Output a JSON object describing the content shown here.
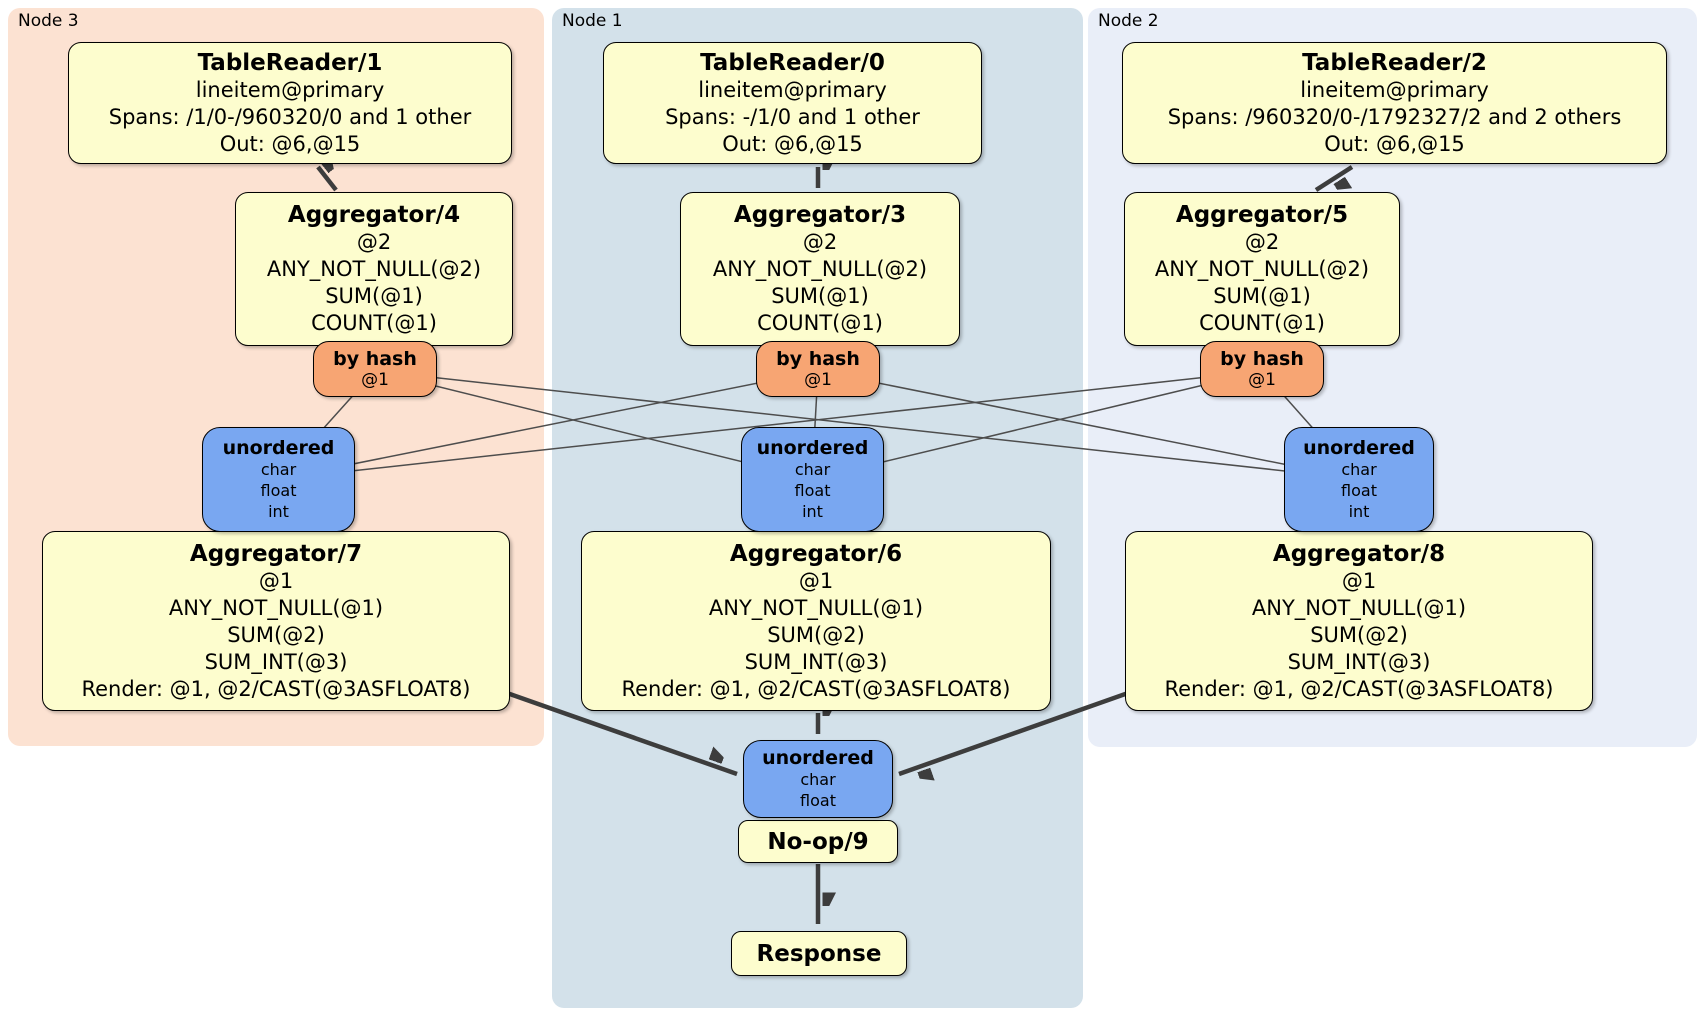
{
  "diagram": {
    "colors": {
      "node3_bg": "#fce2d2",
      "node1_bg": "#d3e1ea",
      "node2_bg": "#e9eef8",
      "processor_fill": "#fdfdce",
      "router_fill": "#f7a573",
      "sync_fill": "#79a7f1",
      "box_border": "#000000",
      "edge_thin": "#4d4d4d",
      "edge_thick": "#3d3d3d"
    },
    "nodes": [
      {
        "label": "Node 3",
        "table_reader": {
          "title": "TableReader/1",
          "lines": [
            "lineitem@primary",
            "Spans: /1/0-/960320/0 and 1 other",
            "Out: @6,@15"
          ]
        },
        "aggregator_top": {
          "title": "Aggregator/4",
          "lines": [
            "@2",
            "ANY_NOT_NULL(@2)",
            "SUM(@1)",
            "COUNT(@1)"
          ]
        },
        "router": {
          "title": "by hash",
          "lines": [
            "@1"
          ]
        },
        "sync": {
          "title": "unordered",
          "lines": [
            "char",
            "float",
            "int"
          ]
        },
        "aggregator_bottom": {
          "title": "Aggregator/7",
          "lines": [
            "@1",
            "ANY_NOT_NULL(@1)",
            "SUM(@2)",
            "SUM_INT(@3)",
            "Render: @1, @2/CAST(@3ASFLOAT8)"
          ]
        }
      },
      {
        "label": "Node 1",
        "table_reader": {
          "title": "TableReader/0",
          "lines": [
            "lineitem@primary",
            "Spans: -/1/0 and 1 other",
            "Out: @6,@15"
          ]
        },
        "aggregator_top": {
          "title": "Aggregator/3",
          "lines": [
            "@2",
            "ANY_NOT_NULL(@2)",
            "SUM(@1)",
            "COUNT(@1)"
          ]
        },
        "router": {
          "title": "by hash",
          "lines": [
            "@1"
          ]
        },
        "sync": {
          "title": "unordered",
          "lines": [
            "char",
            "float",
            "int"
          ]
        },
        "aggregator_bottom": {
          "title": "Aggregator/6",
          "lines": [
            "@1",
            "ANY_NOT_NULL(@1)",
            "SUM(@2)",
            "SUM_INT(@3)",
            "Render: @1, @2/CAST(@3ASFLOAT8)"
          ]
        }
      },
      {
        "label": "Node 2",
        "table_reader": {
          "title": "TableReader/2",
          "lines": [
            "lineitem@primary",
            "Spans: /960320/0-/1792327/2 and 2 others",
            "Out: @6,@15"
          ]
        },
        "aggregator_top": {
          "title": "Aggregator/5",
          "lines": [
            "@2",
            "ANY_NOT_NULL(@2)",
            "SUM(@1)",
            "COUNT(@1)"
          ]
        },
        "router": {
          "title": "by hash",
          "lines": [
            "@1"
          ]
        },
        "sync": {
          "title": "unordered",
          "lines": [
            "char",
            "float",
            "int"
          ]
        },
        "aggregator_bottom": {
          "title": "Aggregator/8",
          "lines": [
            "@1",
            "ANY_NOT_NULL(@1)",
            "SUM(@2)",
            "SUM_INT(@3)",
            "Render: @1, @2/CAST(@3ASFLOAT8)"
          ]
        }
      }
    ],
    "final": {
      "sync": {
        "title": "unordered",
        "lines": [
          "char",
          "float"
        ]
      },
      "noop": {
        "title": "No-op/9"
      },
      "response": {
        "title": "Response"
      }
    }
  }
}
